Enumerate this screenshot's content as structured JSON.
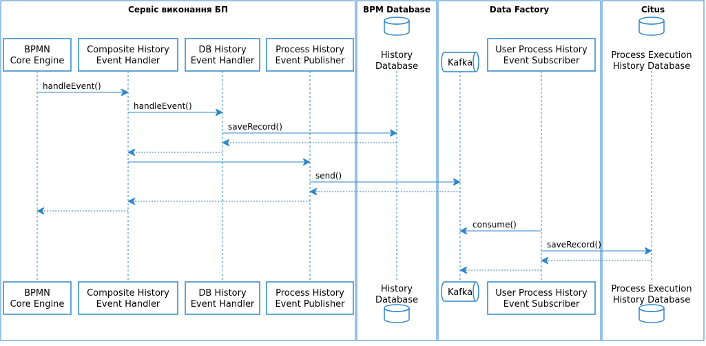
{
  "colors": {
    "line": "#2f86c8",
    "fill": "#ffffff",
    "text": "#000000"
  },
  "boxes": [
    {
      "id": "svc",
      "title": "Сервіс виконання БП"
    },
    {
      "id": "bpm",
      "title": "BPM Database"
    },
    {
      "id": "df",
      "title": "Data Factory"
    },
    {
      "id": "citus",
      "title": "Citus"
    }
  ],
  "participants": [
    {
      "id": "engine",
      "kind": "participant",
      "box": "svc",
      "label": [
        "BPMN",
        "Core Engine"
      ]
    },
    {
      "id": "composite",
      "kind": "participant",
      "box": "svc",
      "label": [
        "Composite History",
        "Event Handler"
      ]
    },
    {
      "id": "dbhandler",
      "kind": "participant",
      "box": "svc",
      "label": [
        "DB History",
        "Event Handler"
      ]
    },
    {
      "id": "publisher",
      "kind": "participant",
      "box": "svc",
      "label": [
        "Process History",
        "Event Publisher"
      ]
    },
    {
      "id": "histdb",
      "kind": "database",
      "box": "bpm",
      "label": [
        "History",
        "Database"
      ]
    },
    {
      "id": "kafka",
      "kind": "queue",
      "box": "df",
      "label": [
        "Kafka"
      ]
    },
    {
      "id": "subscriber",
      "kind": "participant",
      "box": "df",
      "label": [
        "User Process History",
        "Event Subscriber"
      ]
    },
    {
      "id": "execdb",
      "kind": "database",
      "box": "citus",
      "label": [
        "Process Execution",
        "History Database"
      ]
    }
  ],
  "messages": [
    {
      "from": "engine",
      "to": "composite",
      "label": "handleEvent()",
      "style": "solid"
    },
    {
      "from": "composite",
      "to": "dbhandler",
      "label": "handleEvent()",
      "style": "solid"
    },
    {
      "from": "dbhandler",
      "to": "histdb",
      "label": "saveRecord()",
      "style": "solid"
    },
    {
      "from": "histdb",
      "to": "dbhandler",
      "label": "",
      "style": "dashed"
    },
    {
      "from": "dbhandler",
      "to": "composite",
      "label": "",
      "style": "dashed"
    },
    {
      "from": "composite",
      "to": "publisher",
      "label": "",
      "style": "solid"
    },
    {
      "from": "publisher",
      "to": "kafka",
      "label": "send()",
      "style": "solid"
    },
    {
      "from": "kafka",
      "to": "publisher",
      "label": "",
      "style": "dashed"
    },
    {
      "from": "publisher",
      "to": "composite",
      "label": "",
      "style": "dashed"
    },
    {
      "from": "composite",
      "to": "engine",
      "label": "",
      "style": "dashed"
    },
    {
      "from": "subscriber",
      "to": "kafka",
      "label": "consume()",
      "style": "solid"
    },
    {
      "from": "subscriber",
      "to": "execdb",
      "label": "saveRecord()",
      "style": "solid"
    },
    {
      "from": "execdb",
      "to": "subscriber",
      "label": "",
      "style": "dashed"
    },
    {
      "from": "subscriber",
      "to": "kafka",
      "label": "",
      "style": "dashed"
    }
  ]
}
